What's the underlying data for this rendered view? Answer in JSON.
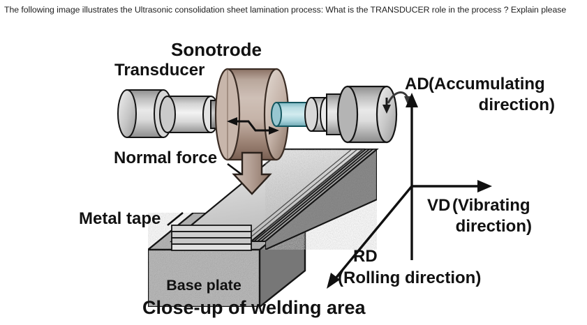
{
  "question": {
    "text": "The following image illustrates the Ultrasonic consolidation sheet lamination process: What is the TRANSDUCER role in the process ? Explain please"
  },
  "figure": {
    "caption": "Close-up of welding area",
    "labels": {
      "transducer": "Transducer",
      "sonotrode": "Sonotrode",
      "normal_force": "Normal force",
      "metal_tape": "Metal tape",
      "base_plate": "Base plate"
    },
    "axes": {
      "ad_abbr": "AD",
      "ad_name": "(Accumulating",
      "ad_name2": "direction)",
      "vd_abbr": "VD",
      "vd_name": "(Vibrating",
      "vd_name2": "direction)",
      "rd_abbr": "RD",
      "rd_name": "(Rolling direction)"
    },
    "colors": {
      "sonotrode": "#c4b1a6",
      "sonotrode_dark": "#8d7568",
      "shaft_teal": "#a9d4dc",
      "shaft_teal_dark": "#5e9aa5",
      "metal_gray": "#c8c8c8",
      "metal_gray_dark": "#8a8a8a",
      "base_plate": "#b5b5b5",
      "outline": "#141414",
      "tape_light": "#d9d9d9",
      "tape_dark": "#707070"
    }
  }
}
